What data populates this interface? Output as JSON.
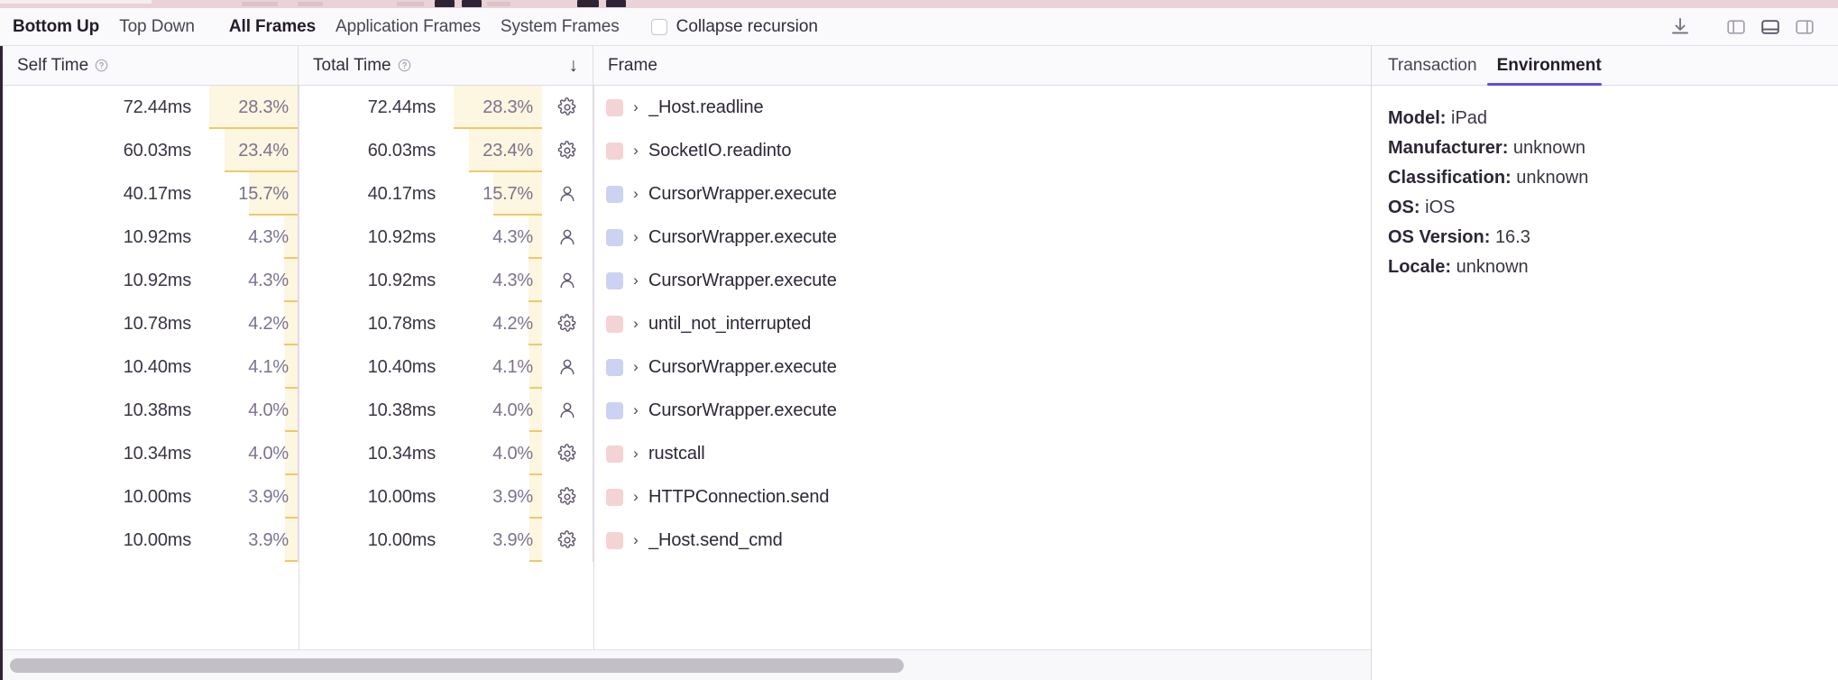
{
  "theme": {
    "accent": "#5c4ee5",
    "bar_bg": "#fdf6e0",
    "bar_fg": "#eec96a",
    "system_frame_color": "#f3d3d3",
    "application_frame_color": "#ccd2f2",
    "flame_strip_color": "#e9d3d8"
  },
  "toolbar": {
    "view_tabs": [
      {
        "label": "Bottom Up",
        "active": true
      },
      {
        "label": "Top Down",
        "active": false
      }
    ],
    "frame_tabs": [
      {
        "label": "All Frames",
        "active": true
      },
      {
        "label": "Application Frames",
        "active": false
      },
      {
        "label": "System Frames",
        "active": false
      }
    ],
    "collapse_recursion": {
      "label": "Collapse recursion",
      "checked": false
    },
    "actions": [
      {
        "name": "download-icon",
        "label": "Download"
      },
      {
        "name": "left-panel-icon",
        "label": "Toggle left panel",
        "active": false
      },
      {
        "name": "bottom-panel-icon",
        "label": "Toggle bottom panel",
        "active": true
      },
      {
        "name": "right-panel-icon",
        "label": "Toggle right panel",
        "active": false
      }
    ]
  },
  "table": {
    "columns": [
      {
        "key": "self_time",
        "label": "Self Time",
        "has_help": true,
        "sorted": false
      },
      {
        "key": "total_time",
        "label": "Total Time",
        "has_help": true,
        "sorted": true,
        "sort_direction": "desc",
        "sort_glyph": "↓"
      },
      {
        "key": "frame",
        "label": "Frame",
        "has_help": false,
        "sorted": false
      }
    ],
    "rows": [
      {
        "self_time": "72.44ms",
        "self_pct": "28.3%",
        "self_pct_value": 28.3,
        "total_time": "72.44ms",
        "total_pct": "28.3%",
        "total_pct_value": 28.3,
        "kind": "system",
        "kind_icon": "gear-icon",
        "frame": "_Host.readline",
        "expanded": false
      },
      {
        "self_time": "60.03ms",
        "self_pct": "23.4%",
        "self_pct_value": 23.4,
        "total_time": "60.03ms",
        "total_pct": "23.4%",
        "total_pct_value": 23.4,
        "kind": "system",
        "kind_icon": "gear-icon",
        "frame": "SocketIO.readinto",
        "expanded": false
      },
      {
        "self_time": "40.17ms",
        "self_pct": "15.7%",
        "self_pct_value": 15.7,
        "total_time": "40.17ms",
        "total_pct": "15.7%",
        "total_pct_value": 15.7,
        "kind": "application",
        "kind_icon": "person-icon",
        "frame": "CursorWrapper.execute",
        "expanded": false
      },
      {
        "self_time": "10.92ms",
        "self_pct": "4.3%",
        "self_pct_value": 4.3,
        "total_time": "10.92ms",
        "total_pct": "4.3%",
        "total_pct_value": 4.3,
        "kind": "application",
        "kind_icon": "person-icon",
        "frame": "CursorWrapper.execute",
        "expanded": false
      },
      {
        "self_time": "10.92ms",
        "self_pct": "4.3%",
        "self_pct_value": 4.3,
        "total_time": "10.92ms",
        "total_pct": "4.3%",
        "total_pct_value": 4.3,
        "kind": "application",
        "kind_icon": "person-icon",
        "frame": "CursorWrapper.execute",
        "expanded": false
      },
      {
        "self_time": "10.78ms",
        "self_pct": "4.2%",
        "self_pct_value": 4.2,
        "total_time": "10.78ms",
        "total_pct": "4.2%",
        "total_pct_value": 4.2,
        "kind": "system",
        "kind_icon": "gear-icon",
        "frame": "until_not_interrupted",
        "expanded": false
      },
      {
        "self_time": "10.40ms",
        "self_pct": "4.1%",
        "self_pct_value": 4.1,
        "total_time": "10.40ms",
        "total_pct": "4.1%",
        "total_pct_value": 4.1,
        "kind": "application",
        "kind_icon": "person-icon",
        "frame": "CursorWrapper.execute",
        "expanded": false
      },
      {
        "self_time": "10.38ms",
        "self_pct": "4.0%",
        "self_pct_value": 4.0,
        "total_time": "10.38ms",
        "total_pct": "4.0%",
        "total_pct_value": 4.0,
        "kind": "application",
        "kind_icon": "person-icon",
        "frame": "CursorWrapper.execute",
        "expanded": false
      },
      {
        "self_time": "10.34ms",
        "self_pct": "4.0%",
        "self_pct_value": 4.0,
        "total_time": "10.34ms",
        "total_pct": "4.0%",
        "total_pct_value": 4.0,
        "kind": "system",
        "kind_icon": "gear-icon",
        "frame": "rustcall",
        "expanded": false
      },
      {
        "self_time": "10.00ms",
        "self_pct": "3.9%",
        "self_pct_value": 3.9,
        "total_time": "10.00ms",
        "total_pct": "3.9%",
        "total_pct_value": 3.9,
        "kind": "system",
        "kind_icon": "gear-icon",
        "frame": "HTTPConnection.send",
        "expanded": false
      },
      {
        "self_time": "10.00ms",
        "self_pct": "3.9%",
        "self_pct_value": 3.9,
        "total_time": "10.00ms",
        "total_pct": "3.9%",
        "total_pct_value": 3.9,
        "kind": "system",
        "kind_icon": "gear-icon",
        "frame": "_Host.send_cmd",
        "expanded": false
      }
    ],
    "scrollbar": {
      "thumb_start_pct": 0,
      "thumb_width_pct": 66
    }
  },
  "sidebar": {
    "tabs": [
      {
        "label": "Transaction",
        "active": false
      },
      {
        "label": "Environment",
        "active": true
      }
    ],
    "environment": [
      {
        "key": "Model:",
        "value": "iPad"
      },
      {
        "key": "Manufacturer:",
        "value": "unknown"
      },
      {
        "key": "Classification:",
        "value": "unknown"
      },
      {
        "key": "OS:",
        "value": "iOS"
      },
      {
        "key": "OS Version:",
        "value": "16.3"
      },
      {
        "key": "Locale:",
        "value": "unknown"
      }
    ]
  }
}
